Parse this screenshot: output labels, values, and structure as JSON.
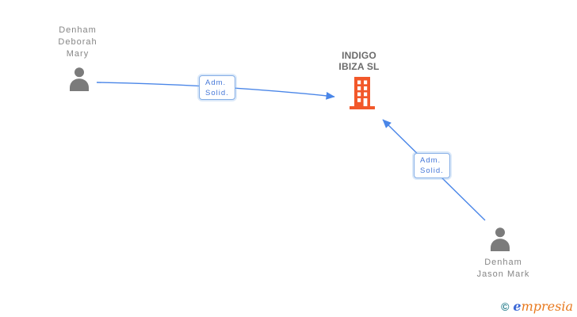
{
  "nodes": {
    "person1": {
      "line1": "Denham",
      "line2": "Deborah",
      "line3": "Mary",
      "icon": "person-icon"
    },
    "company": {
      "line1": "INDIGO",
      "line2": "IBIZA SL",
      "icon": "building-icon"
    },
    "person2": {
      "line1": "Denham",
      "line2": "Jason Mark",
      "icon": "person-icon"
    }
  },
  "edges": {
    "edge1": {
      "line1": "Adm.",
      "line2": "Solid.",
      "from": "person1",
      "to": "company"
    },
    "edge2": {
      "line1": "Adm.",
      "line2": "Solid.",
      "from": "person2",
      "to": "company"
    }
  },
  "footer": {
    "copyright": "©",
    "brand_initial": "e",
    "brand_rest": "mpresia"
  },
  "colors": {
    "connector_blue": "#4a86e8",
    "label_border_blue": "#85aee6",
    "label_text_blue": "#4577d8",
    "person_gray": "#7b7b7b",
    "name_text_gray": "#868686",
    "company_text_gray": "#6b6b6b",
    "building_orange": "#f2582a",
    "logo_teal": "#2a7f8e",
    "logo_blue": "#3a67d6",
    "logo_orange": "#e8791e"
  }
}
